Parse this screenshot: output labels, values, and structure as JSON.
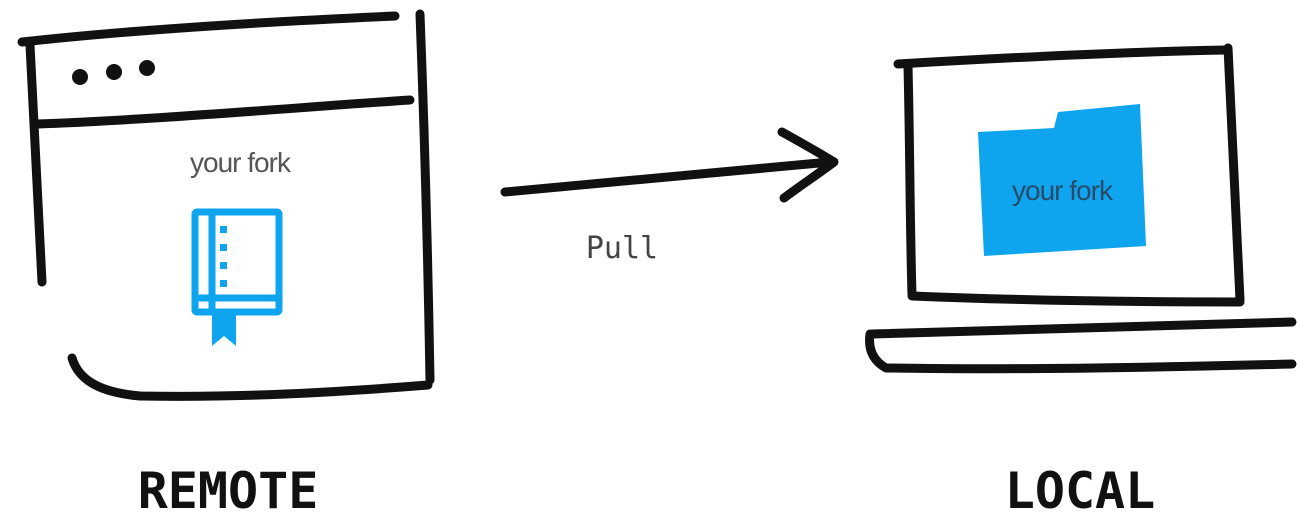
{
  "remote": {
    "label": "REMOTE",
    "repo_label": "your fork",
    "icon": "repository-book-icon",
    "window_dots": "browser-window-dots"
  },
  "local": {
    "label": "LOCAL",
    "folder_label": "your fork",
    "icon": "folder-icon"
  },
  "arrow": {
    "label": "Pull",
    "icon": "arrow-right-icon"
  },
  "colors": {
    "ink": "#111111",
    "accent": "#0ea5ee",
    "label_text": "#555555"
  }
}
